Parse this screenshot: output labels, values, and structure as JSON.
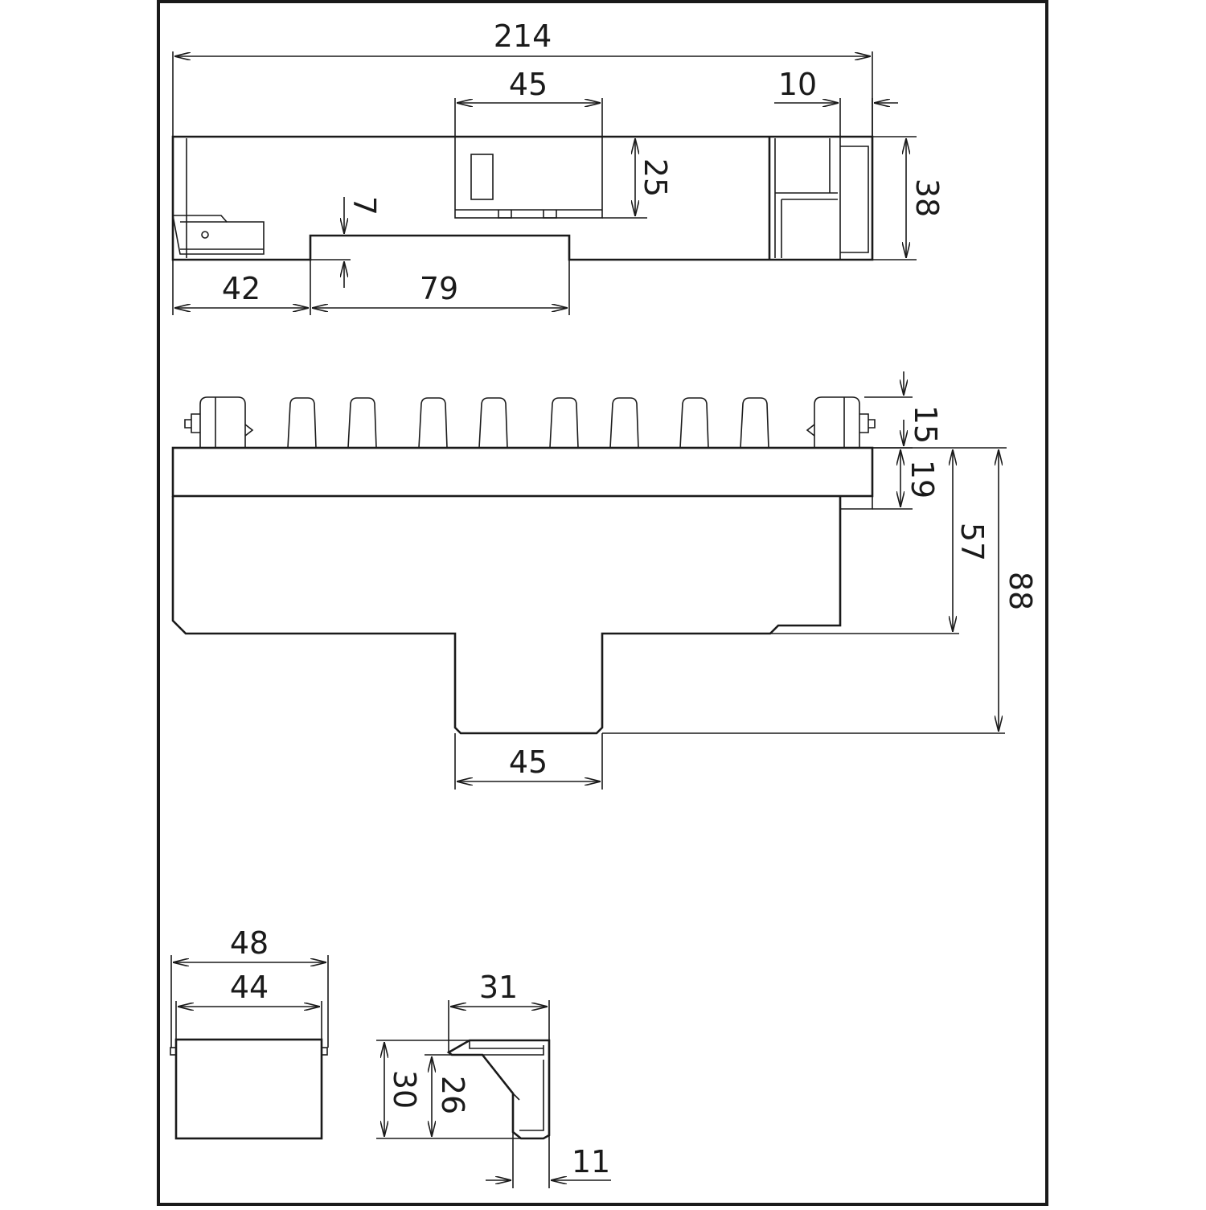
{
  "drawing": {
    "title": "",
    "views": {
      "top_view": {
        "overall_length": "214",
        "connector_width": "45",
        "end_cap": "10",
        "connector_height": "25",
        "overall_height": "38",
        "step_height": "7",
        "left_offset": "42",
        "base_length": "79"
      },
      "front_view": {
        "pin_height": "15",
        "flange_height": "19",
        "body_height": "57",
        "total_height": "88",
        "bottom_width": "45"
      },
      "cover_view": {
        "outer_width": "48",
        "inner_width": "44"
      },
      "side_view": {
        "width": "31",
        "height_outer": "30",
        "height_inner": "26",
        "foot_width": "11"
      }
    }
  }
}
